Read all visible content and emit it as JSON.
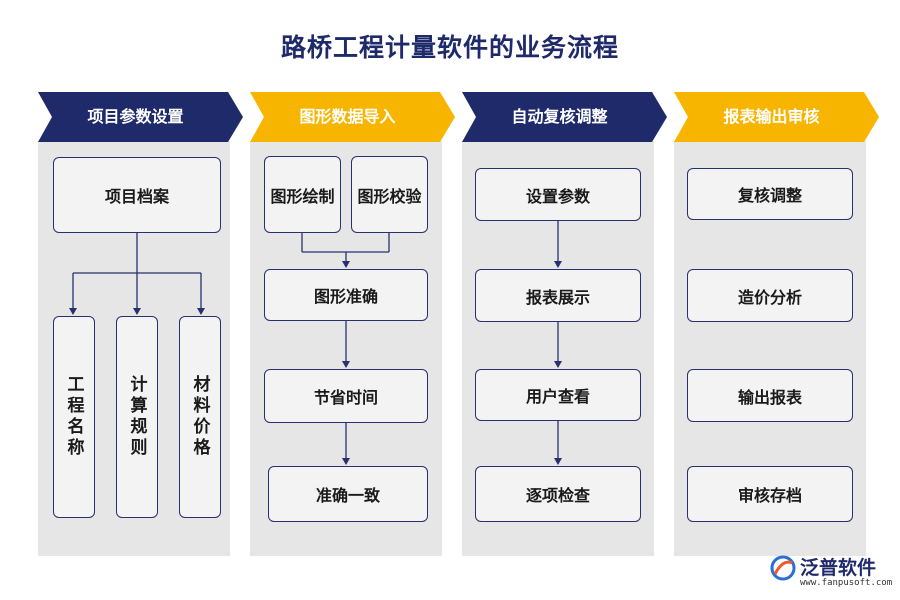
{
  "title": "路桥工程计量软件的业务流程",
  "stages": [
    {
      "label": "项目参数设置",
      "header_color": "#1f2a6b",
      "top": "项目档案",
      "sub": [
        "工程名称",
        "计算规则",
        "材料价格"
      ]
    },
    {
      "label": "图形数据导入",
      "header_color": "#f7b500",
      "pair": [
        "图形绘制",
        "图形校验"
      ],
      "steps": [
        "图形准确",
        "节省时间",
        "准确一致"
      ]
    },
    {
      "label": "自动复核调整",
      "header_color": "#1f2a6b",
      "steps": [
        "设置参数",
        "报表展示",
        "用户查看",
        "逐项检查"
      ]
    },
    {
      "label": "报表输出审核",
      "header_color": "#f7b500",
      "steps": [
        "复核调整",
        "造价分析",
        "输出报表",
        "审核存档"
      ]
    }
  ],
  "logo": {
    "name": "泛普软件",
    "url": "www.fanpusoft.com",
    "icon": "fanpu-logo-icon"
  },
  "colors": {
    "navy": "#1f2a6b",
    "gold": "#f7b500",
    "panel": "#e6e6e6",
    "box_border": "#28306e"
  }
}
